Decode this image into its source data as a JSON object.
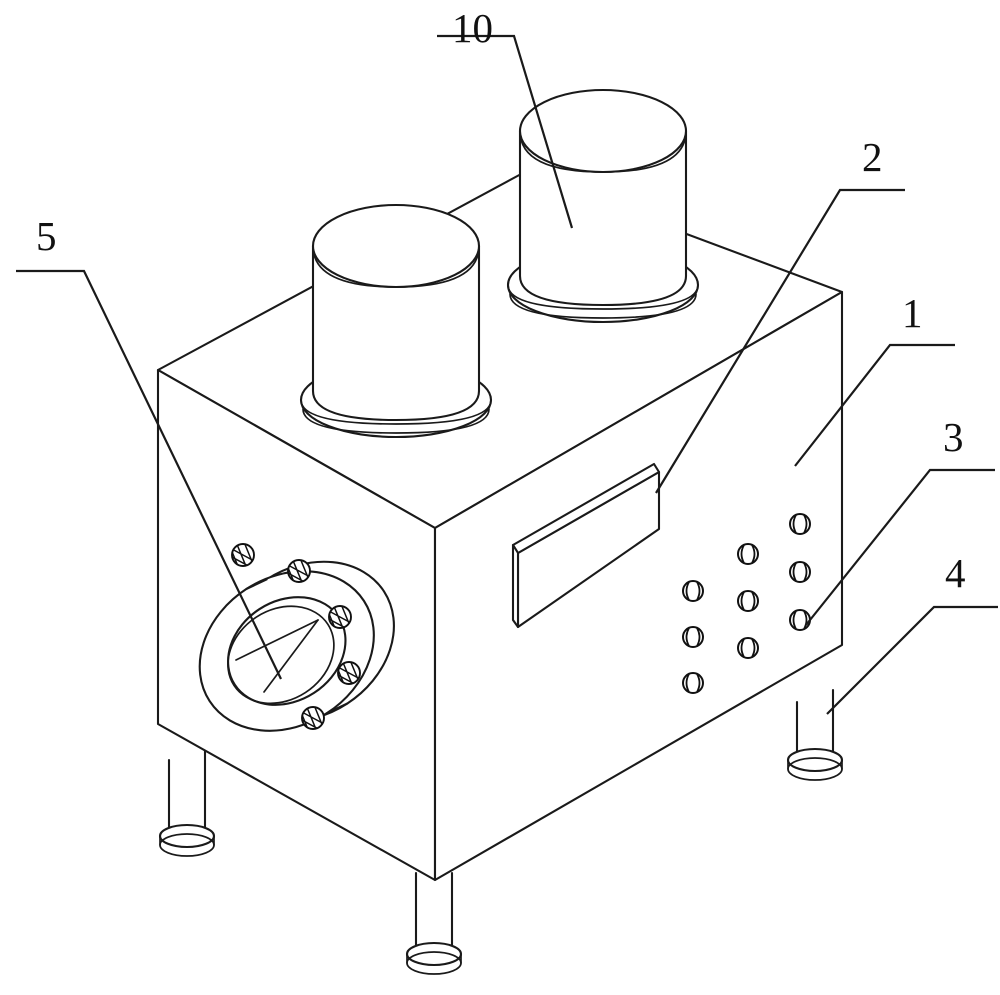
{
  "figure": {
    "type": "patent-line-drawing",
    "title": "",
    "background_color": "#ffffff",
    "line_color": "#1a1a1a",
    "callouts": [
      {
        "id": "10",
        "label": "10",
        "target": "upper-right-cylinder"
      },
      {
        "id": "2",
        "label": "2",
        "target": "front-panel-plate"
      },
      {
        "id": "1",
        "label": "1",
        "target": "main-housing-body"
      },
      {
        "id": "3",
        "label": "3",
        "target": "control-knob"
      },
      {
        "id": "4",
        "label": "4",
        "target": "support-leg"
      },
      {
        "id": "5",
        "label": "5",
        "target": "bolted-flange-nozzle"
      }
    ],
    "components": {
      "housing": {
        "name": "main-housing-body",
        "ref": "1"
      },
      "panel": {
        "name": "front-panel-plate",
        "ref": "2"
      },
      "knobs": {
        "name": "control-knob-array",
        "ref": "3",
        "count": 9,
        "rows": 3,
        "columns": 3
      },
      "legs": {
        "name": "support-leg",
        "ref": "4",
        "count": 3
      },
      "flange": {
        "name": "bolted-flange-nozzle",
        "ref": "5",
        "bolt_count": 5
      },
      "cylinders": {
        "name": "cylindrical-vessel",
        "ref": "10",
        "count": 2
      }
    }
  }
}
